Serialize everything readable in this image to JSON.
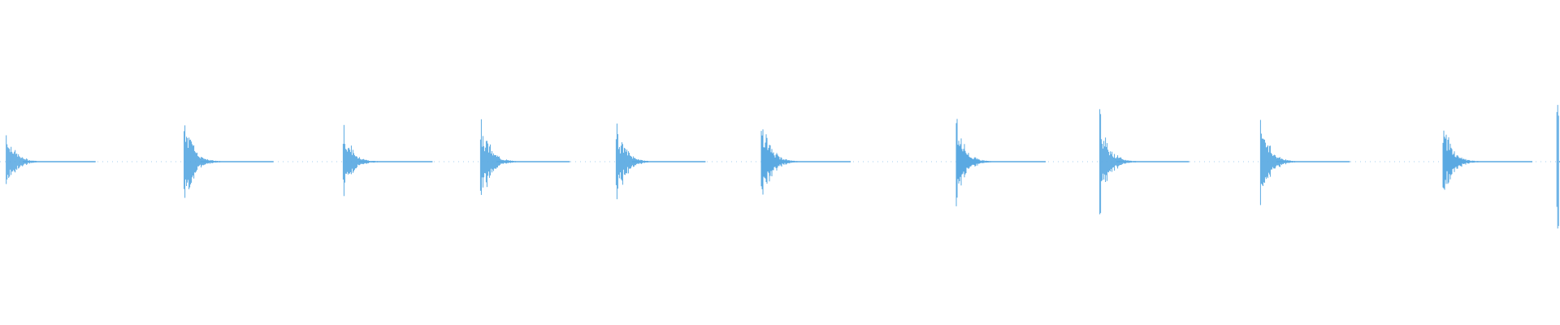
{
  "waveform": {
    "color": "#5aa9e2",
    "onsets": [
      {
        "t": 0.004,
        "amp": 0.4
      },
      {
        "t": 0.118,
        "amp": 0.6
      },
      {
        "t": 0.22,
        "amp": 0.44
      },
      {
        "t": 0.308,
        "amp": 0.57
      },
      {
        "t": 0.395,
        "amp": 0.52
      },
      {
        "t": 0.488,
        "amp": 0.6
      },
      {
        "t": 0.613,
        "amp": 0.51
      },
      {
        "t": 0.705,
        "amp": 0.6
      },
      {
        "t": 0.808,
        "amp": 0.57
      },
      {
        "t": 0.925,
        "amp": 0.52
      },
      {
        "t": 0.998,
        "amp": 0.9
      }
    ]
  }
}
